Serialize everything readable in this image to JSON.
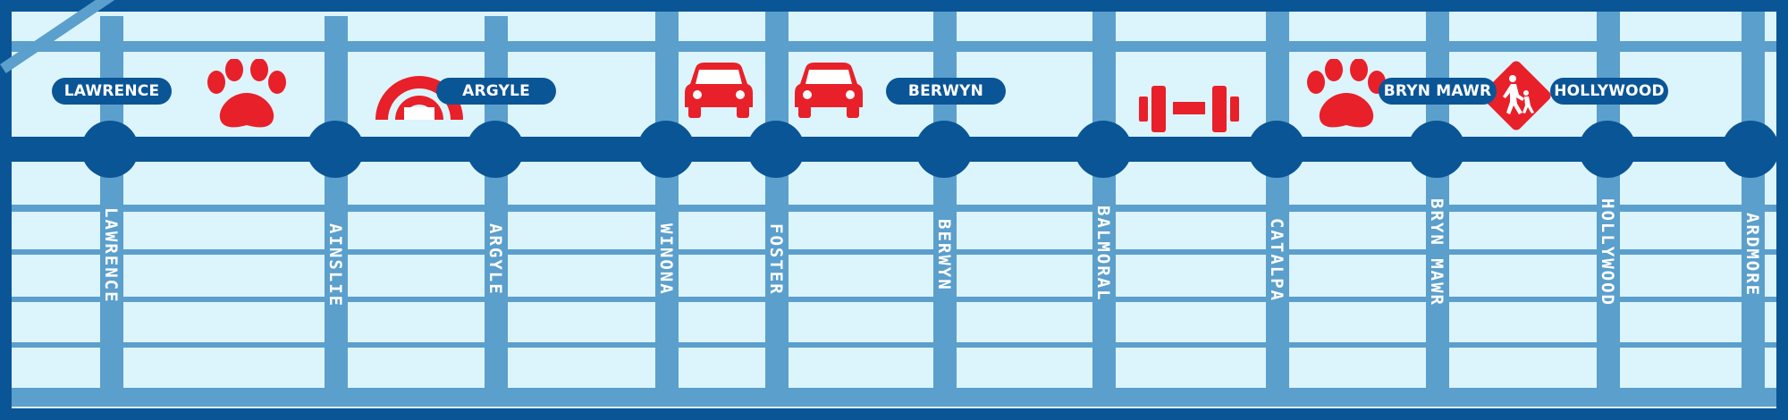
{
  "map": {
    "colors": {
      "frame": "#0a5596",
      "background": "#dcf4fb",
      "street": "#5b9fcc",
      "station_label_bg": "#0a5596",
      "label_text": "#ffffff",
      "icon": "#e8202a"
    },
    "station_labels": [
      {
        "id": "lawrence",
        "text": "LAWRENCE"
      },
      {
        "id": "argyle",
        "text": "ARGYLE"
      },
      {
        "id": "berwyn",
        "text": "BERWYN"
      },
      {
        "id": "bryn-mawr",
        "text": "BRYN MAWR"
      },
      {
        "id": "hollywood",
        "text": "HOLLYWOOD"
      }
    ],
    "street_labels": [
      {
        "id": "lawrence",
        "text": "LAWRENCE"
      },
      {
        "id": "ainslie",
        "text": "AINSLIE"
      },
      {
        "id": "argyle",
        "text": "ARGYLE"
      },
      {
        "id": "winona",
        "text": "WINONA"
      },
      {
        "id": "foster",
        "text": "FOSTER"
      },
      {
        "id": "berwyn",
        "text": "BERWYN"
      },
      {
        "id": "balmoral",
        "text": "BALMORAL"
      },
      {
        "id": "catalpa",
        "text": "CATALPA"
      },
      {
        "id": "bryn-mawr",
        "text": "BRYN MAWR"
      },
      {
        "id": "hollywood",
        "text": "HOLLYWOOD"
      },
      {
        "id": "ardmore",
        "text": "ARDMORE"
      }
    ],
    "icons": [
      {
        "id": "paw-1",
        "name": "paw-print-icon"
      },
      {
        "id": "rainbow",
        "name": "rainbow-arch-icon"
      },
      {
        "id": "car-1",
        "name": "car-icon"
      },
      {
        "id": "car-2",
        "name": "car-icon"
      },
      {
        "id": "dumbbell",
        "name": "dumbbell-icon"
      },
      {
        "id": "paw-2",
        "name": "paw-print-icon"
      },
      {
        "id": "crossing",
        "name": "pedestrian-crossing-icon"
      }
    ]
  }
}
